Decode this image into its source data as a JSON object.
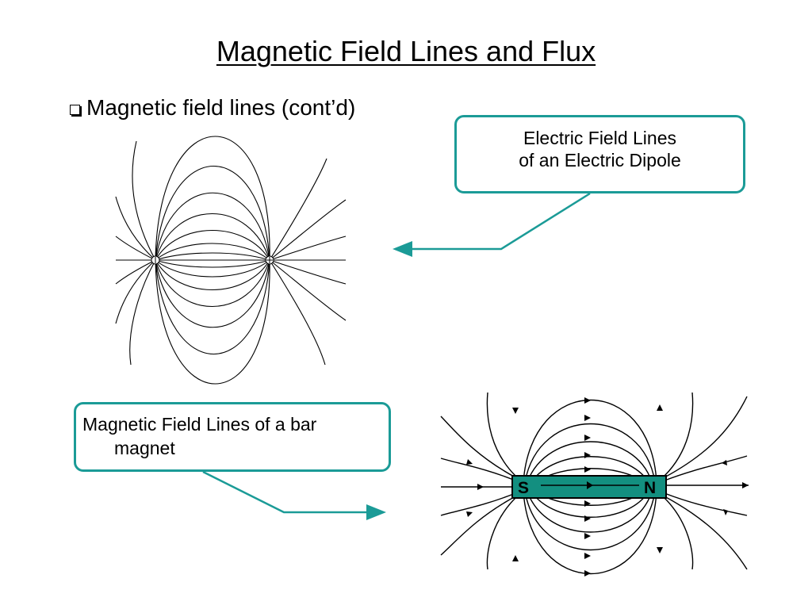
{
  "slide": {
    "title": "Magnetic Field Lines and Flux",
    "bullet": "Magnetic field lines (cont’d)"
  },
  "callouts": {
    "electric": {
      "line1": "Electric Field Lines",
      "line2": "of an Electric Dipole"
    },
    "magnet": {
      "line1": "Magnetic Field Lines of a bar",
      "line2": "magnet"
    }
  },
  "magnet": {
    "south_label": "S",
    "north_label": "N",
    "color": "#138f80"
  },
  "colors": {
    "accent": "#1b9b97",
    "lines": "#000000"
  }
}
